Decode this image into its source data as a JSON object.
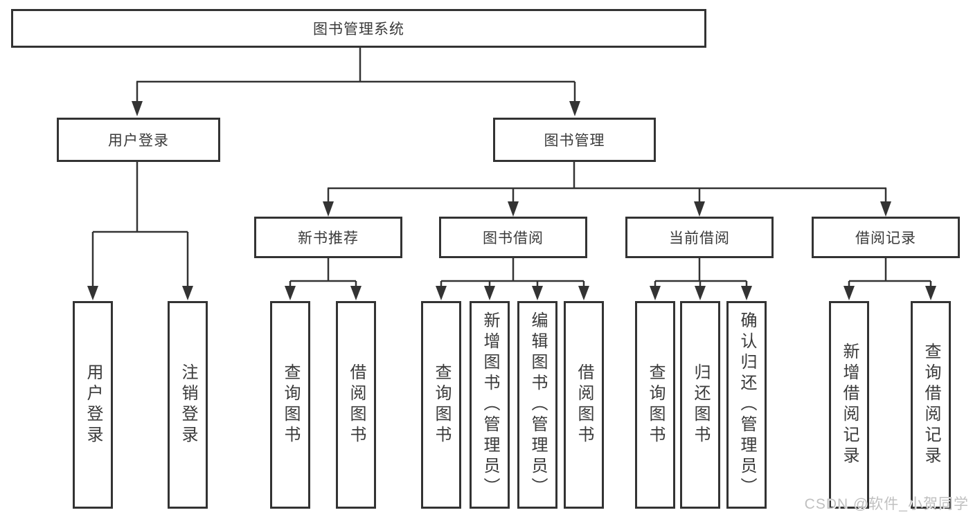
{
  "tree": {
    "root": {
      "label": "图书管理系统"
    },
    "branches": [
      {
        "label": "用户登录",
        "children": [
          {
            "label": "用户登录"
          },
          {
            "label": "注销登录"
          }
        ]
      },
      {
        "label": "图书管理",
        "children": [
          {
            "label": "新书推荐",
            "children": [
              {
                "label": "查询图书"
              },
              {
                "label": "借阅图书"
              }
            ]
          },
          {
            "label": "图书借阅",
            "children": [
              {
                "label": "查询图书"
              },
              {
                "label": "新增图书（管理员）"
              },
              {
                "label": "编辑图书（管理员）"
              },
              {
                "label": "借阅图书"
              }
            ]
          },
          {
            "label": "当前借阅",
            "children": [
              {
                "label": "查询图书"
              },
              {
                "label": "归还图书"
              },
              {
                "label": "确认归还（管理员）"
              }
            ]
          },
          {
            "label": "借阅记录",
            "children": [
              {
                "label": "新增借阅记录"
              },
              {
                "label": "查询借阅记录"
              }
            ]
          }
        ]
      }
    ]
  },
  "watermark": "CSDN @软件_小贺同学",
  "colors": {
    "line": "#333333",
    "box_border": "#333333",
    "text": "#3a3a3a",
    "background": "#ffffff",
    "watermark": "#c0c0c0"
  }
}
